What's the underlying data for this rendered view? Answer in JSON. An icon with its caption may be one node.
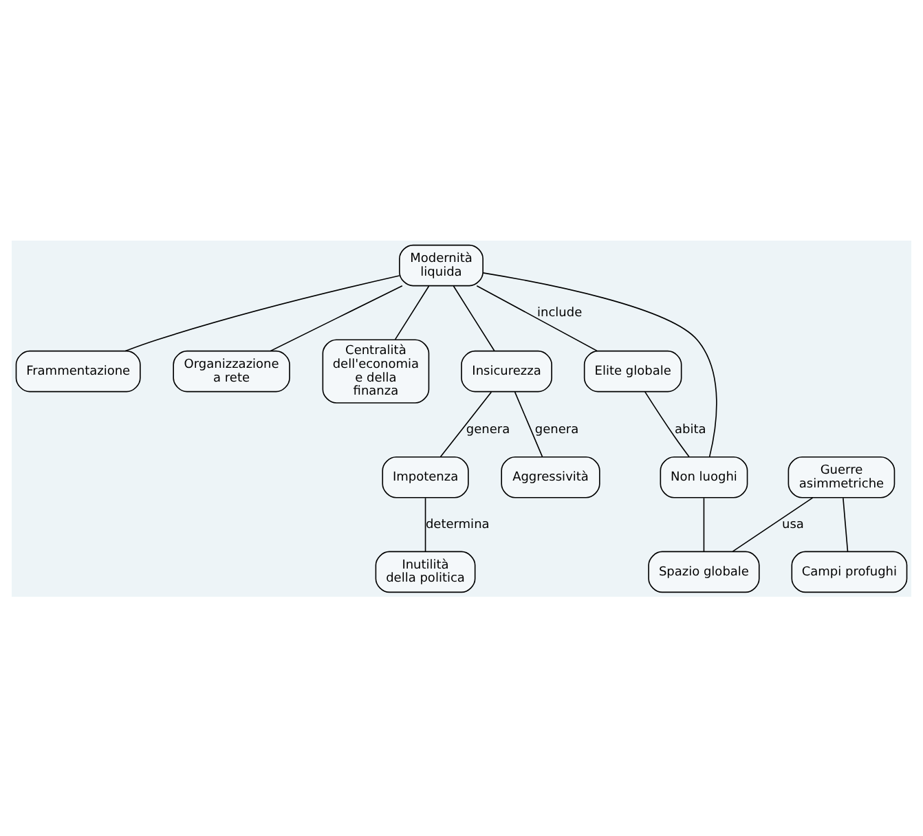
{
  "diagram": {
    "nodes": [
      {
        "text": [
          "Modernità liquida"
        ]
      },
      {
        "text": [
          "Frammentazione"
        ]
      },
      {
        "text": [
          "Organizzazione a rete"
        ]
      },
      {
        "text": [
          "Centralità dell'economia e della finanza"
        ]
      },
      {
        "text": [
          "Insicurezza"
        ]
      },
      {
        "text": [
          "Elite globale"
        ]
      },
      {
        "text": [
          "Non luoghi"
        ]
      },
      {
        "text": [
          "Campi profughi"
        ]
      },
      {
        "text": [
          "Impotenza"
        ]
      },
      {
        "text": [
          "Aggressività"
        ]
      },
      {
        "text": [
          "Inutilità della politica"
        ]
      },
      {
        "text": [
          "Spazio globale"
        ]
      },
      {
        "text": [
          "Guerre asimmetriche"
        ]
      }
    ],
    "edges": [
      {
        "from": 0,
        "to": 1,
        "arrow": "none"
      },
      {
        "from": 0,
        "to": 2,
        "arrow": "none"
      },
      {
        "from": 0,
        "to": 3,
        "arrow": "none"
      },
      {
        "from": 0,
        "to": 4,
        "arrow": "none"
      },
      {
        "from": 0,
        "to": 5,
        "label": "include",
        "arrow": "none"
      },
      {
        "from": 0,
        "to": 6,
        "arrow": "none"
      },
      {
        "from": 5,
        "to": 6,
        "label": "abita",
        "arrow": "none"
      },
      {
        "from": 4,
        "to": 8,
        "label": "genera",
        "arrow": "none"
      },
      {
        "from": 4,
        "to": 9,
        "label": "genera",
        "arrow": "none"
      },
      {
        "from": 8,
        "to": 10,
        "label": "determina",
        "arrow": "none"
      },
      {
        "from": 6,
        "to": 11,
        "arrow": "none"
      },
      {
        "from": 12,
        "to": 11,
        "label": "usa",
        "arrow": "none"
      },
      {
        "from": 12,
        "to": 7,
        "arrow": "none"
      }
    ]
  }
}
